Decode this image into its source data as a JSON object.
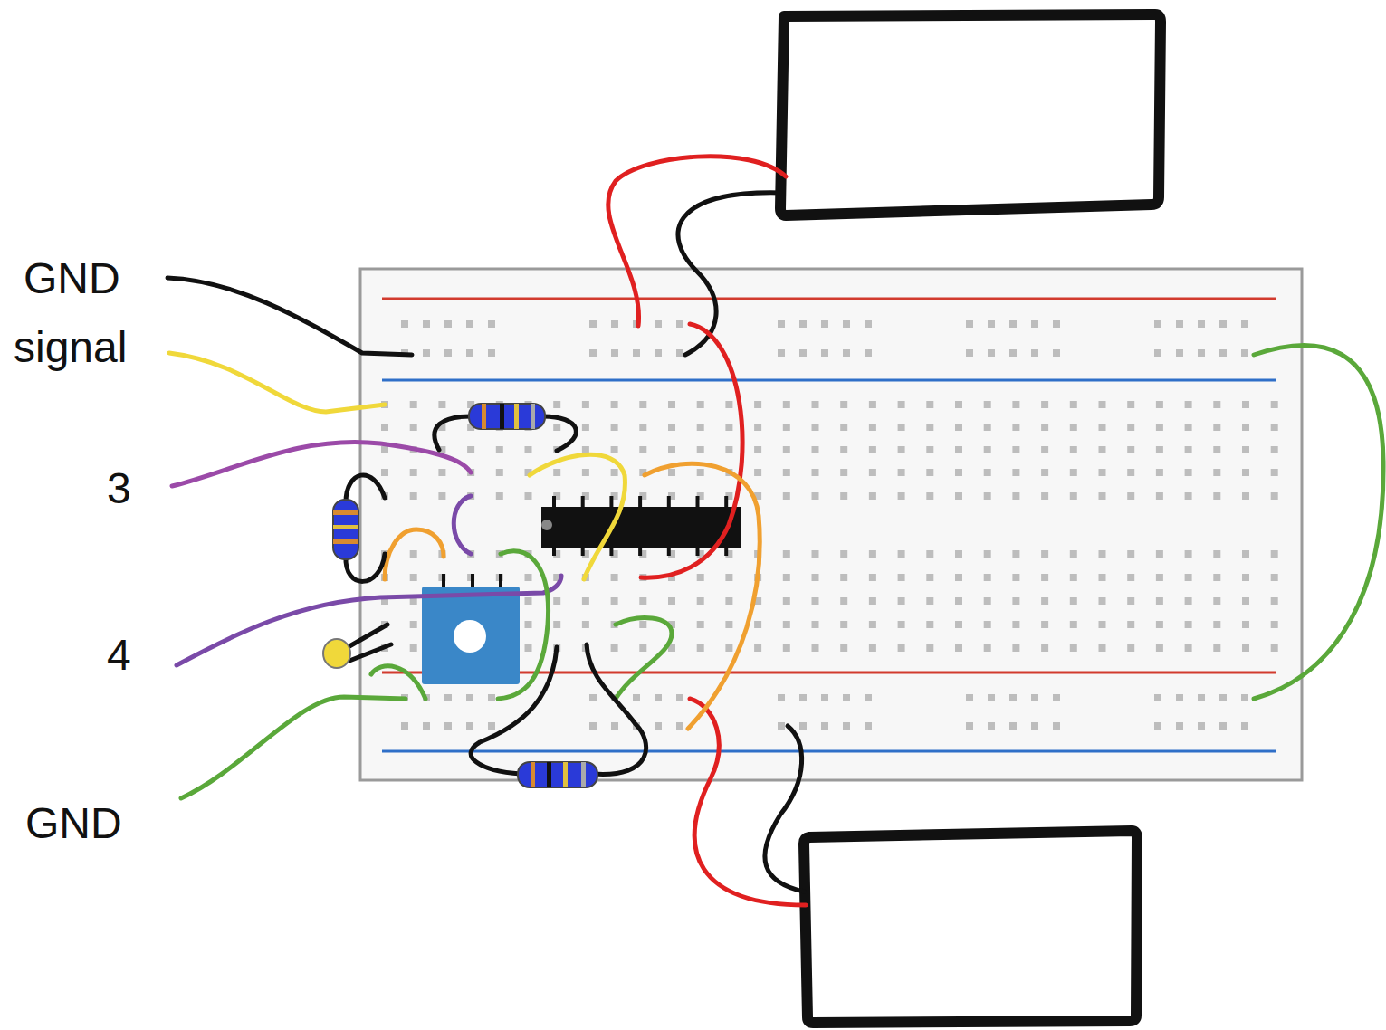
{
  "diagram": {
    "labels": [
      "GND",
      "signal",
      "3",
      "4",
      "GND"
    ]
  }
}
